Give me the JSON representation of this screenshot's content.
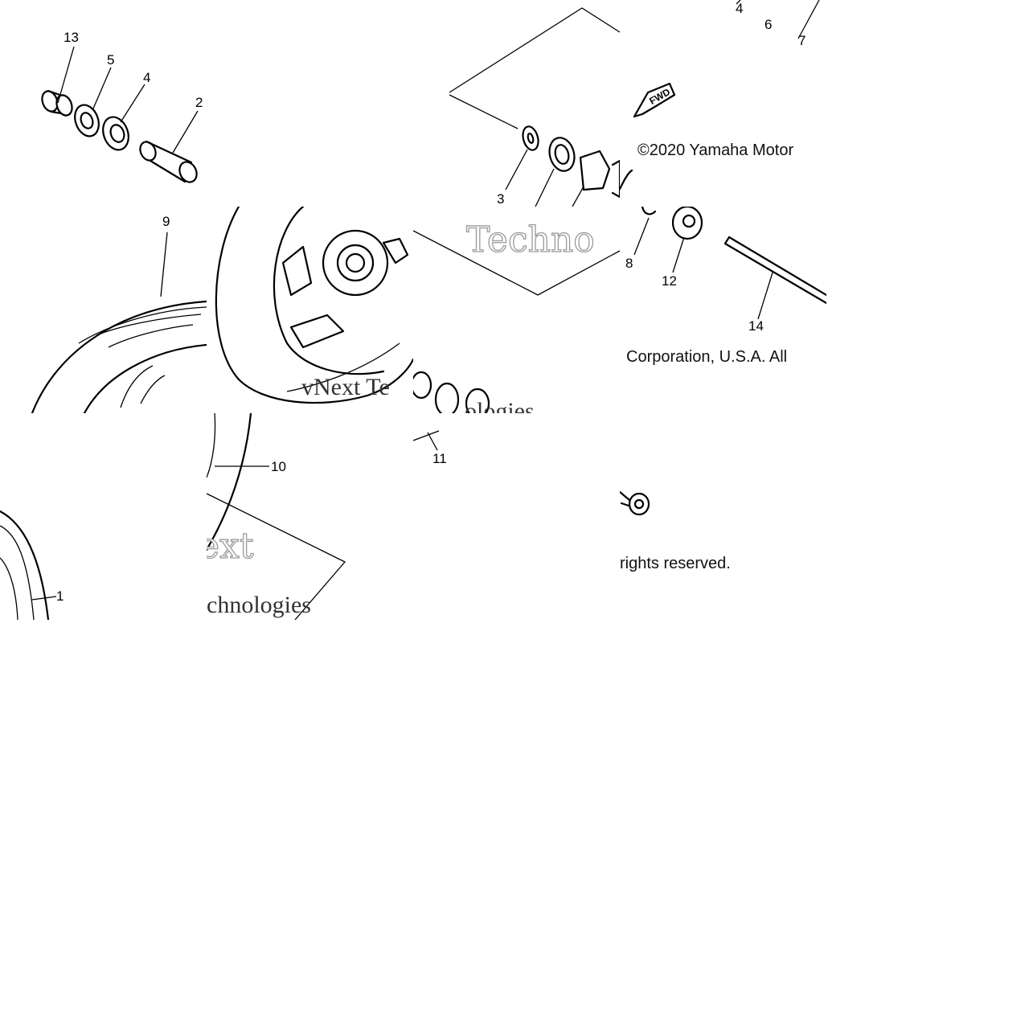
{
  "callouts": {
    "c13": "13",
    "c5": "5",
    "c4a": "4",
    "c2": "2",
    "c9": "9",
    "c1": "1",
    "c10": "10",
    "c3": "3",
    "c11": "11",
    "c4b": "4",
    "c6": "6",
    "c7": "7",
    "c8": "8",
    "c12": "12",
    "c14": "14"
  },
  "copyright": {
    "part1": "©2020 Yamaha Motor",
    "part2": "Corporation, U.S.A. All",
    "part3": "rights reserved."
  },
  "watermark": {
    "w1": "Techno",
    "w2": "vNext Te",
    "w3": "ologies",
    "w4": "ext",
    "w5": "chnologies"
  },
  "fwd_label": "FWD"
}
